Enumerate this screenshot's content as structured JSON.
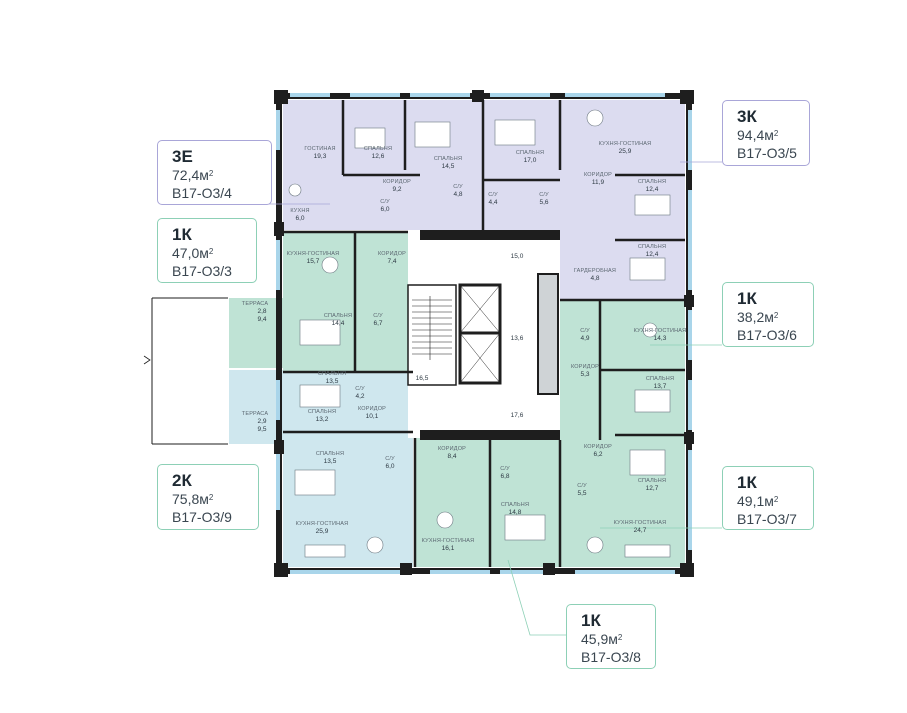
{
  "palette": {
    "purple": "#dcdcf0",
    "green": "#bfe3d5",
    "teal": "#cfe7ee",
    "core": "#ffffff",
    "wall": "#1e1e1e",
    "window": "#a9d5ea",
    "card_purple": "#a9a6d8",
    "card_green": "#8dd0b6"
  },
  "apartments": [
    {
      "id": "a4",
      "type": "3Е",
      "area": "72,4м",
      "sup": "2",
      "code": "В17-О3/4"
    },
    {
      "id": "a3",
      "type": "1К",
      "area": "47,0м",
      "sup": "2",
      "code": "В17-О3/3"
    },
    {
      "id": "a9",
      "type": "2К",
      "area": "75,8м",
      "sup": "2",
      "code": "В17-О3/9"
    },
    {
      "id": "a5",
      "type": "3К",
      "area": "94,4м",
      "sup": "2",
      "code": "В17-О3/5"
    },
    {
      "id": "a6",
      "type": "1К",
      "area": "38,2м",
      "sup": "2",
      "code": "В17-О3/6"
    },
    {
      "id": "a7",
      "type": "1К",
      "area": "49,1м",
      "sup": "2",
      "code": "В17-О3/7"
    },
    {
      "id": "a8",
      "type": "1К",
      "area": "45,9м",
      "sup": "2",
      "code": "В17-О3/8"
    }
  ],
  "rooms": [
    {
      "label": "ГОСТИНАЯ",
      "value": "19,3"
    },
    {
      "label": "СПАЛЬНЯ",
      "value": "12,6"
    },
    {
      "label": "СПАЛЬНЯ",
      "value": "14,5"
    },
    {
      "label": "СПАЛЬНЯ",
      "value": "17,0"
    },
    {
      "label": "КУХНЯ-ГОСТИНАЯ",
      "value": "25,9"
    },
    {
      "label": "КОРИДОР",
      "value": "9,2"
    },
    {
      "label": "С/У",
      "value": "4,8"
    },
    {
      "label": "С/У",
      "value": "6,0"
    },
    {
      "label": "КУХНЯ",
      "value": "6,0"
    },
    {
      "label": "С/У",
      "value": "4,4"
    },
    {
      "label": "С/У",
      "value": "5,6"
    },
    {
      "label": "КОРИДОР",
      "value": "11,9"
    },
    {
      "label": "СПАЛЬНЯ",
      "value": "12,4"
    },
    {
      "label": "СПАЛЬНЯ",
      "value": "12,4"
    },
    {
      "label": "ГАРДЕРОБНАЯ",
      "value": "4,8"
    },
    {
      "label": "КУХНЯ-ГОСТИНАЯ",
      "value": "15,7"
    },
    {
      "label": "КОРИДОР",
      "value": "7,4"
    },
    {
      "label": "ТЕРРАСА",
      "value": "2,8"
    },
    {
      "label": "",
      "value": "9,4"
    },
    {
      "label": "СПАЛЬНЯ",
      "value": "14,4"
    },
    {
      "label": "С/У",
      "value": "6,7"
    },
    {
      "label": "",
      "value": "15,0"
    },
    {
      "label": "",
      "value": "13,6"
    },
    {
      "label": "",
      "value": "16,5"
    },
    {
      "label": "",
      "value": "17,6"
    },
    {
      "label": "С/У",
      "value": "4,9"
    },
    {
      "label": "КУХНЯ-ГОСТИНАЯ",
      "value": "14,3"
    },
    {
      "label": "КОРИДОР",
      "value": "5,3"
    },
    {
      "label": "СПАЛЬНЯ",
      "value": "13,7"
    },
    {
      "label": "С/У",
      "value": "4,2"
    },
    {
      "label": "КОРИДОР",
      "value": "10,1"
    },
    {
      "label": "СПАЛЬНЯ",
      "value": "13,5"
    },
    {
      "label": "СПАЛЬНЯ",
      "value": "13,2"
    },
    {
      "label": "ТЕРРАСА",
      "value": "2,9"
    },
    {
      "label": "",
      "value": "9,5"
    },
    {
      "label": "КОРИДОР",
      "value": "6,2"
    },
    {
      "label": "СПАЛЬНЯ",
      "value": "12,7"
    },
    {
      "label": "С/У",
      "value": "5,5"
    },
    {
      "label": "КУХНЯ-ГОСТИНАЯ",
      "value": "24,7"
    },
    {
      "label": "СПАЛЬНЯ",
      "value": "13,5"
    },
    {
      "label": "С/У",
      "value": "6,0"
    },
    {
      "label": "КУХНЯ-ГОСТИНАЯ",
      "value": "25,9"
    },
    {
      "label": "КОРИДОР",
      "value": "8,4"
    },
    {
      "label": "С/У",
      "value": "6,8"
    },
    {
      "label": "СПАЛЬНЯ",
      "value": "14,8"
    },
    {
      "label": "КУХНЯ-ГОСТИНАЯ",
      "value": "16,1"
    }
  ]
}
